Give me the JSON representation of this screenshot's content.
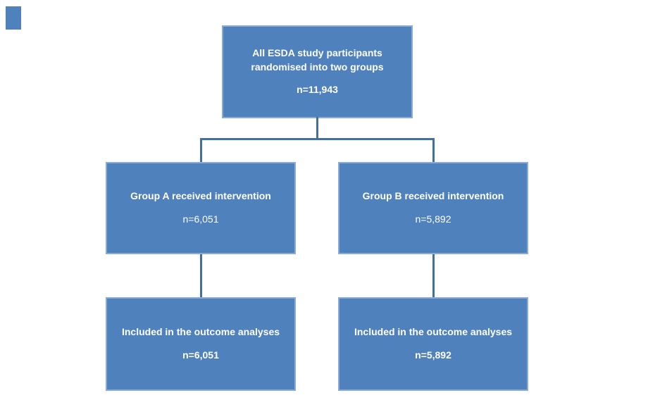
{
  "palette": {
    "box_fill": "#4f81bd",
    "box_border": "#8aabd5",
    "connector_line": "#41719c",
    "text": "#ffffff",
    "background": "#ffffff"
  },
  "flowchart": {
    "root": {
      "line1": "All ESDA study participants",
      "line2": "randomised into two groups",
      "count": "n=11,943"
    },
    "group_a": {
      "title": "Group A received intervention",
      "count": "n=6,051"
    },
    "group_b": {
      "title": "Group B received intervention",
      "count": "n=5,892"
    },
    "outcome_a": {
      "title": "Included in the outcome analyses",
      "count": "n=6,051"
    },
    "outcome_b": {
      "title": "Included in the outcome analyses",
      "count": "n=5,892"
    }
  }
}
